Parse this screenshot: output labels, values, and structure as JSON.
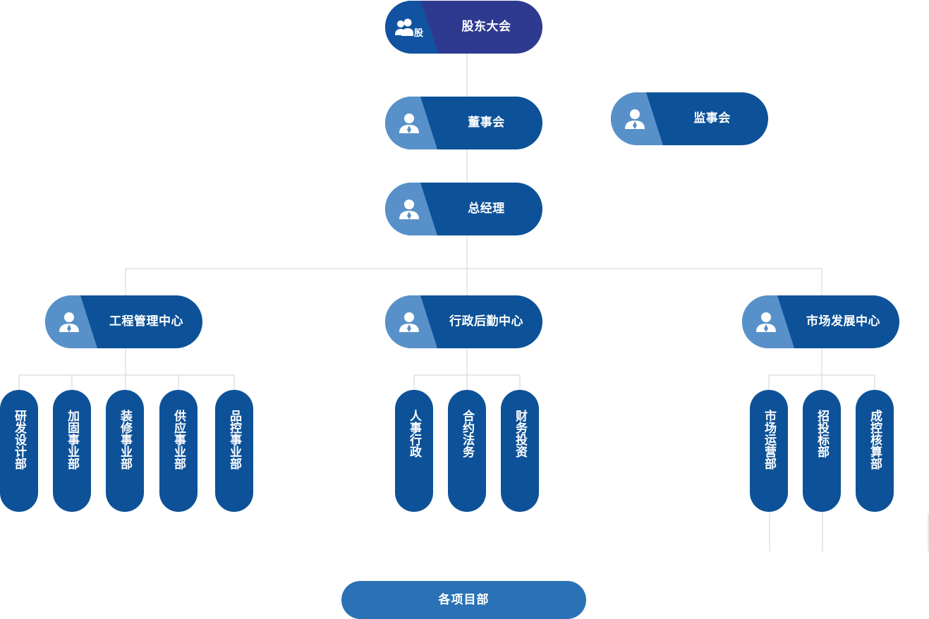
{
  "nodes": {
    "shareholders": "股东大会",
    "shareholders_badge": "股",
    "board": "董事会",
    "supervisors": "监事会",
    "gm": "总经理",
    "engineering": "工程管理中心",
    "admin": "行政后勤中心",
    "market": "市场发展中心"
  },
  "departments": {
    "engineering": [
      "研发设计部",
      "加固事业部",
      "装修事业部",
      "供应事业部",
      "品控事业部"
    ],
    "admin": [
      "人事行政",
      "合约法务",
      "财务投资"
    ],
    "market": [
      "市场运营部",
      "招投标部",
      "成控核算部"
    ]
  },
  "projects": "各项目部",
  "colors": {
    "node_dark": "#0d5298",
    "node_light": "#5891c9",
    "top_node": "#2e3a8f",
    "projects": "#2a72b5",
    "connector": "#d9d9d9"
  }
}
